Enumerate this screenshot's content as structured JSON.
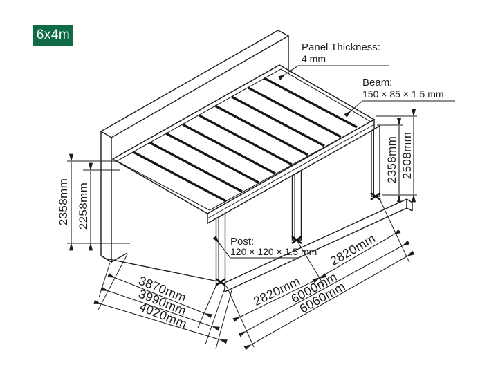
{
  "badge": {
    "label": "6x4m",
    "bg": "#0E6B45",
    "fg": "#FFFFFF"
  },
  "callouts": {
    "panel": {
      "line1": "Panel Thickness:",
      "line2": "4 mm"
    },
    "beam": {
      "line1": "Beam:",
      "line2": "150 × 85 × 1.5 mm"
    },
    "post": {
      "line1": "Post:",
      "line2": "120 × 120 × 1.5 mm"
    }
  },
  "dimensions": {
    "left_outer_height": "2358mm",
    "left_inner_height": "2258mm",
    "right_inner_height": "2358mm",
    "right_outer_height": "2508mm",
    "depth": [
      "3870mm",
      "3990mm",
      "4020mm"
    ],
    "bay_left": "2820mm",
    "bay_right": "2820mm",
    "width_posts": "6000mm",
    "width_total": "6060mm"
  },
  "drawing": {
    "ink": "#1d1d1f",
    "background": "#FFFFFF",
    "subject": "wall-mounted pergola 6x4m dimension drawing"
  }
}
